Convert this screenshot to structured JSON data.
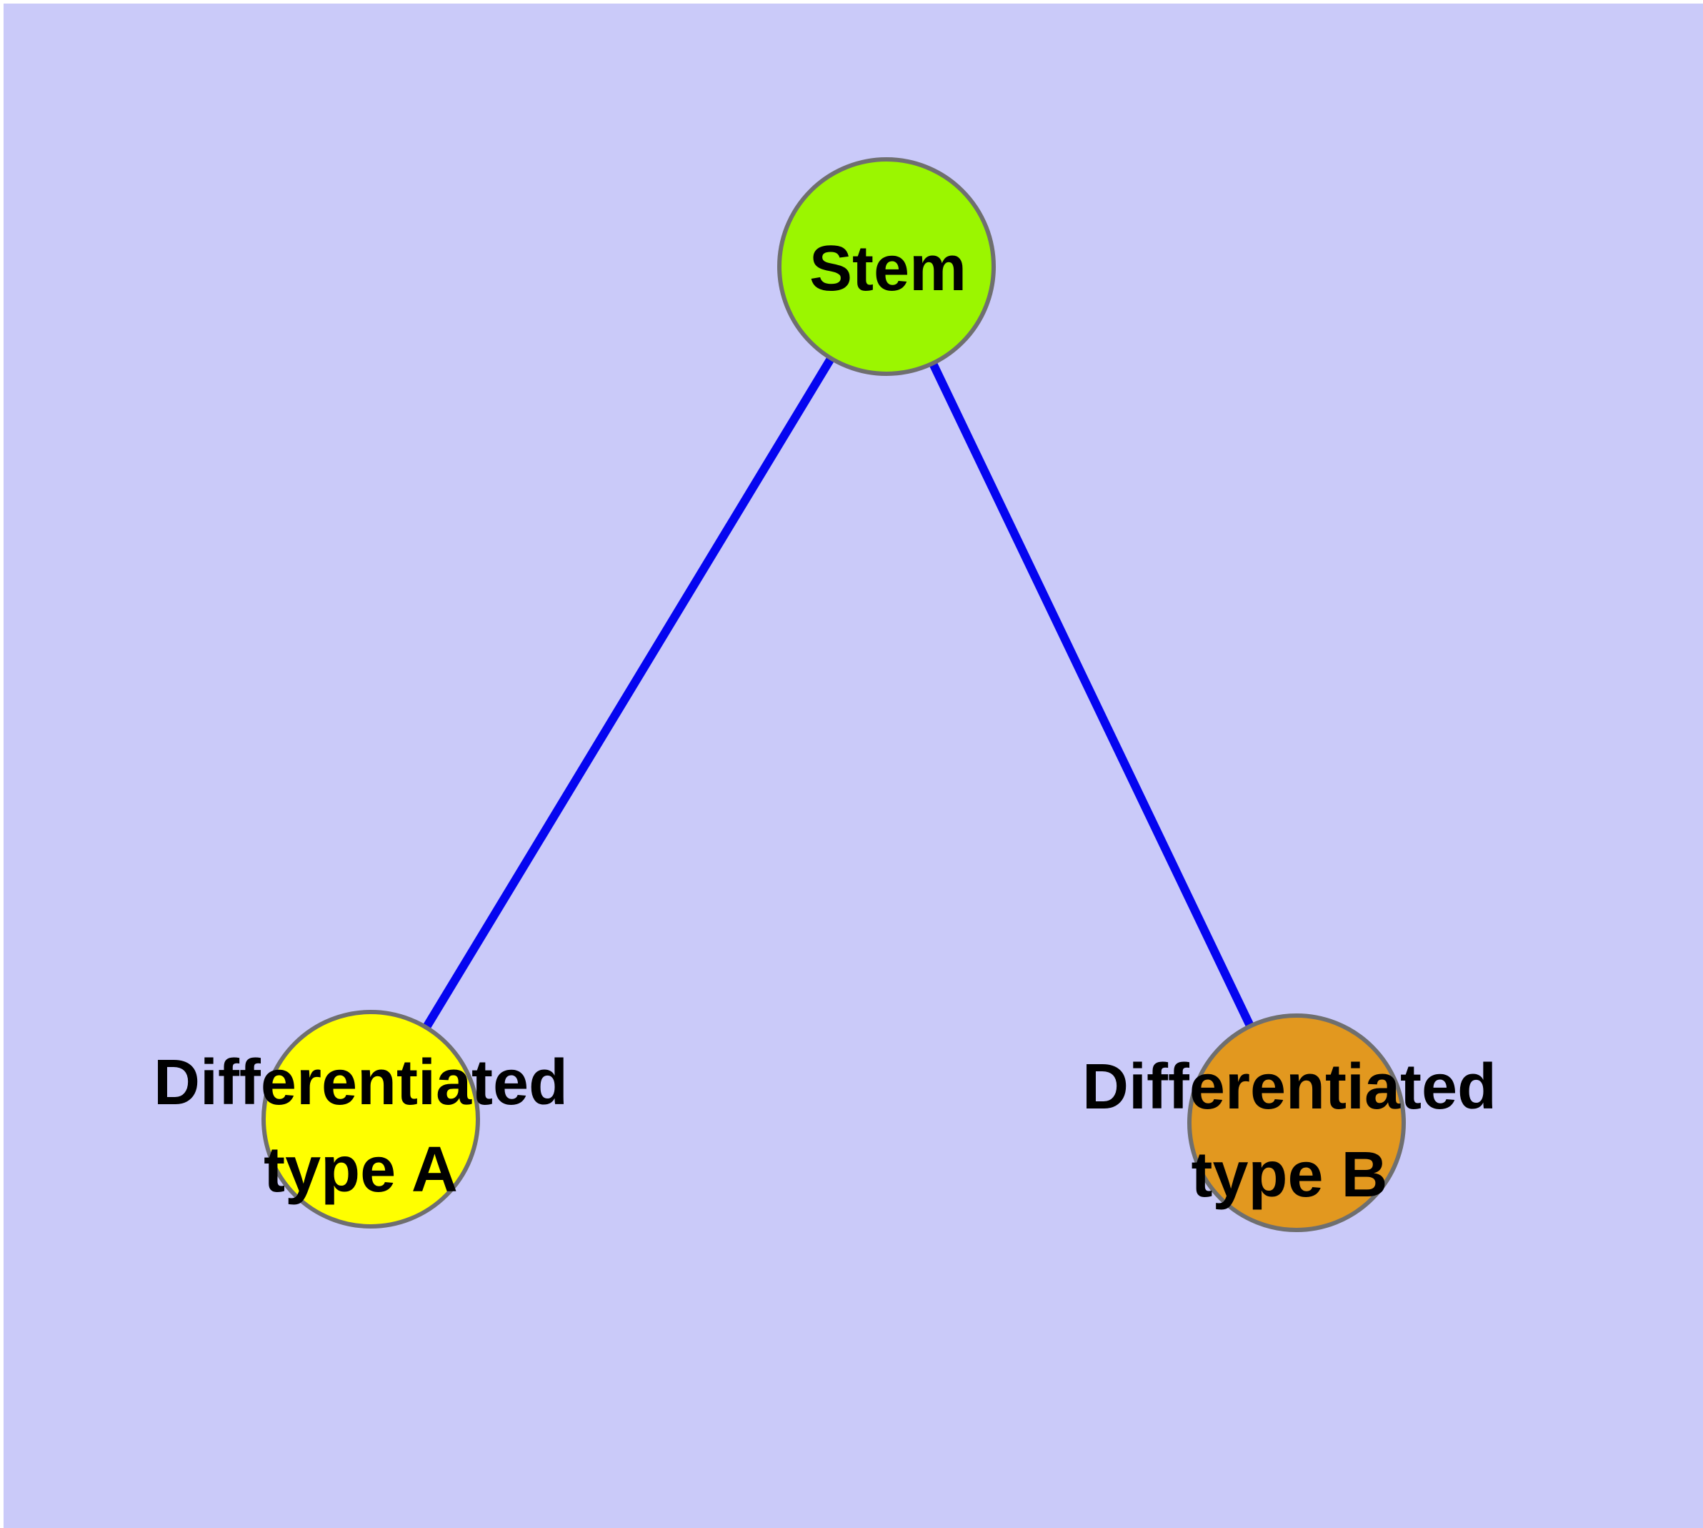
{
  "diagram": {
    "type": "node-link-graph",
    "colors": {
      "background": "#CACAF9",
      "page_margin": "#FFFFFF",
      "edge": "#0505F0",
      "node_border": "#6F6F6F",
      "label": "#000000"
    },
    "nodes": [
      {
        "id": "stem",
        "label": "Stem",
        "line1": "Stem",
        "fill": "#9BF600"
      },
      {
        "id": "differentiated-type-a",
        "label": "Differentiated type A",
        "line1": "Differentiated",
        "line2": "type A",
        "fill": "#FFFF00"
      },
      {
        "id": "differentiated-type-b",
        "label": "Differentiated type B",
        "line1": "Differentiated",
        "line2": "type B",
        "fill": "#E2981F"
      }
    ],
    "edges": [
      {
        "from": "Stem",
        "to": "Differentiated type A"
      },
      {
        "from": "Stem",
        "to": "Differentiated type B"
      }
    ]
  }
}
